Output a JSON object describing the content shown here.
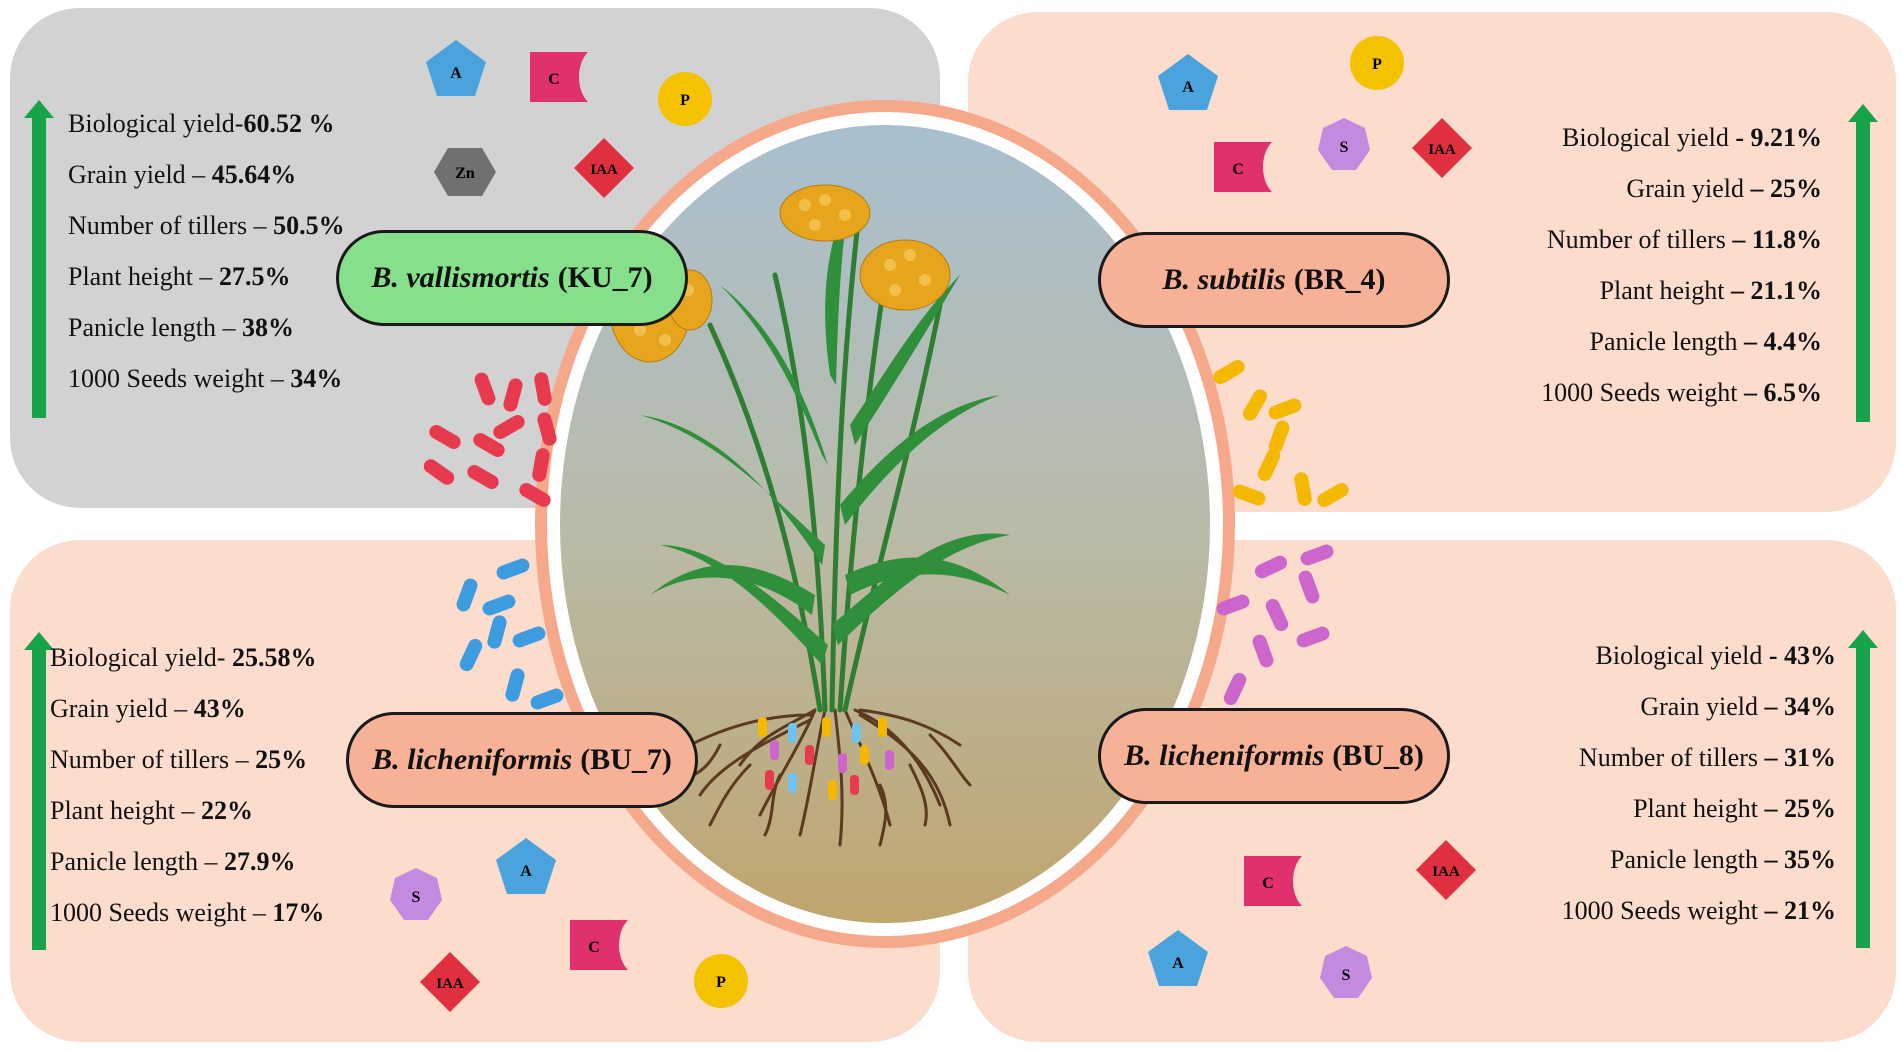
{
  "panels": {
    "top_left": {
      "strain_species": "B. vallismortis",
      "strain_code": "(KU_7)",
      "stats": [
        {
          "label": "Biological yield-",
          "value": "60.52 %"
        },
        {
          "label": "Grain yield – ",
          "value": "45.64%"
        },
        {
          "label": "Number of tillers – ",
          "value": "50.5%"
        },
        {
          "label": "Plant height – ",
          "value": "27.5%"
        },
        {
          "label": "Panicle length – ",
          "value": "38%"
        },
        {
          "label": "1000 Seeds weight – ",
          "value": "34%"
        }
      ],
      "molecules": [
        "A",
        "C",
        "P",
        "Zn",
        "IAA"
      ]
    },
    "top_right": {
      "strain_species": "B. subtilis",
      "strain_code": "(BR_4)",
      "stats": [
        {
          "label": "Biological yield ",
          "value": "- 9.21%"
        },
        {
          "label": "Grain yield ",
          "value": "– 25%"
        },
        {
          "label": "Number of tillers ",
          "value": "– 11.8%"
        },
        {
          "label": "Plant height ",
          "value": "– 21.1%"
        },
        {
          "label": "Panicle length ",
          "value": "– 4.4%"
        },
        {
          "label": "1000 Seeds weight ",
          "value": "– 6.5%"
        }
      ],
      "molecules": [
        "A",
        "P",
        "C",
        "S",
        "IAA"
      ]
    },
    "bottom_left": {
      "strain_species": "B. licheniformis",
      "strain_code": "(BU_7)",
      "stats": [
        {
          "label": "Biological yield-",
          "value": " 25.58%"
        },
        {
          "label": "Grain yield – ",
          "value": "43%"
        },
        {
          "label": "Number of tillers – ",
          "value": "25%"
        },
        {
          "label": "Plant height – ",
          "value": "22%"
        },
        {
          "label": "Panicle length – ",
          "value": "27.9%"
        },
        {
          "label": "1000 Seeds weight – ",
          "value": "17%"
        }
      ],
      "molecules": [
        "A",
        "S",
        "C",
        "IAA",
        "P"
      ]
    },
    "bottom_right": {
      "strain_species": "B. licheniformis",
      "strain_code": "(BU_8)",
      "stats": [
        {
          "label": "Biological yield ",
          "value": "- 43%"
        },
        {
          "label": "Grain yield ",
          "value": "– 34%"
        },
        {
          "label": "Number of tillers ",
          "value": "– 31%"
        },
        {
          "label": "Plant height ",
          "value": "– 25%"
        },
        {
          "label": "Panicle length ",
          "value": "– 35%"
        },
        {
          "label": "1000 Seeds weight ",
          "value": "– 21%"
        }
      ],
      "molecules": [
        "C",
        "IAA",
        "A",
        "S"
      ]
    }
  },
  "colors": {
    "arrow": "#17a34a",
    "label_green": "#86e08b",
    "label_salmon": "#f7b196",
    "bacteria_red": "#e83a4f",
    "bacteria_yellow": "#f5b800",
    "bacteria_blue": "#3d9be0",
    "bacteria_purple": "#cc66cc"
  }
}
